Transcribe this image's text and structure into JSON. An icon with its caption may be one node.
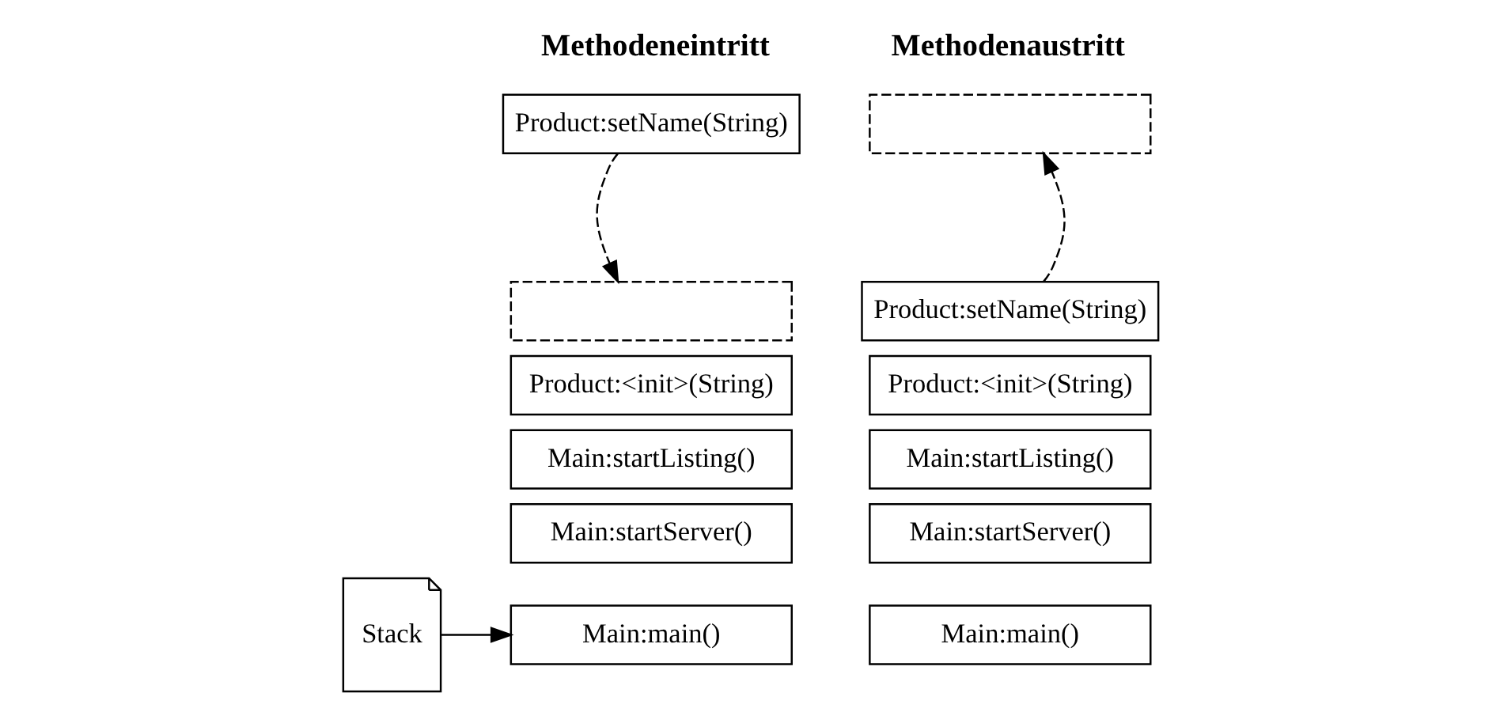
{
  "diagram": {
    "nodes": [
      {
        "text": [
          "Product:setName(String)"
        ]
      },
      {
        "text": [],
        "shape": "box"
      },
      {
        "text": [
          "Product:<init>(String)"
        ]
      },
      {
        "text": [
          "Main:startListing()"
        ]
      },
      {
        "text": [
          "Main:startServer()"
        ]
      },
      {
        "text": [
          "Main:main()"
        ]
      },
      {
        "text": [
          "Stack"
        ]
      },
      {
        "text": [],
        "shape": "box"
      },
      {
        "text": [
          "Product:setName(String)"
        ]
      },
      {
        "text": [
          "Product:<init>(String)"
        ]
      },
      {
        "text": [
          "Main:startListing()"
        ]
      },
      {
        "text": [
          "Main:startServer()"
        ]
      },
      {
        "text": [
          "Main:main()"
        ]
      }
    ],
    "edges": [
      {
        "from": 0,
        "to": 1,
        "arrow": "to",
        "style": "dashed"
      },
      {
        "from": 6,
        "to": 5,
        "arrow": "to"
      },
      {
        "from": 8,
        "to": 7,
        "arrow": "to",
        "style": "dashed"
      }
    ],
    "labels": [
      "Methodeneintritt",
      "Methodenaustritt"
    ]
  }
}
